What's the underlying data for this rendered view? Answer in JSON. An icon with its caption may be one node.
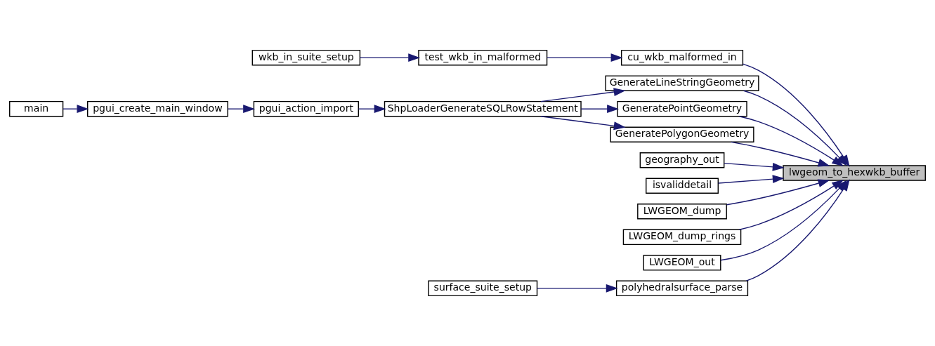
{
  "diagram": {
    "nodes": [
      {
        "text": [
          "lwgeom_to_hexwkb_buffer"
        ]
      },
      {
        "text": [
          "cu_wkb_malformed_in"
        ]
      },
      {
        "text": [
          "test_wkb_in_malformed"
        ]
      },
      {
        "text": [
          "wkb_in_suite_setup"
        ]
      },
      {
        "text": [
          "GenerateLineStringGeometry"
        ]
      },
      {
        "text": [
          "ShpLoaderGenerateSQLRowStatement"
        ]
      },
      {
        "text": [
          "pgui_action_import"
        ]
      },
      {
        "text": [
          "pgui_create_main_window"
        ]
      },
      {
        "text": [
          "main"
        ]
      },
      {
        "text": [
          "GeneratePointGeometry"
        ]
      },
      {
        "text": [
          "GeneratePolygonGeometry"
        ]
      },
      {
        "text": [
          "geography_out"
        ]
      },
      {
        "text": [
          "isvaliddetail"
        ]
      },
      {
        "text": [
          "LWGEOM_dump"
        ]
      },
      {
        "text": [
          "LWGEOM_dump_rings"
        ]
      },
      {
        "text": [
          "LWGEOM_out"
        ]
      },
      {
        "text": [
          "polyhedralsurface_parse"
        ]
      },
      {
        "text": [
          "surface_suite_setup"
        ]
      }
    ],
    "edges": [
      {
        "from": 1,
        "to": 0,
        "arrow": "to"
      },
      {
        "from": 2,
        "to": 1,
        "arrow": "to"
      },
      {
        "from": 3,
        "to": 2,
        "arrow": "to"
      },
      {
        "from": 4,
        "to": 0,
        "arrow": "to"
      },
      {
        "from": 5,
        "to": 4,
        "arrow": "to"
      },
      {
        "from": 6,
        "to": 5,
        "arrow": "to"
      },
      {
        "from": 7,
        "to": 6,
        "arrow": "to"
      },
      {
        "from": 8,
        "to": 7,
        "arrow": "to"
      },
      {
        "from": 9,
        "to": 0,
        "arrow": "to"
      },
      {
        "from": 5,
        "to": 9,
        "arrow": "to"
      },
      {
        "from": 10,
        "to": 0,
        "arrow": "to"
      },
      {
        "from": 5,
        "to": 10,
        "arrow": "to"
      },
      {
        "from": 11,
        "to": 0,
        "arrow": "to"
      },
      {
        "from": 12,
        "to": 0,
        "arrow": "to"
      },
      {
        "from": 13,
        "to": 0,
        "arrow": "to"
      },
      {
        "from": 14,
        "to": 0,
        "arrow": "to"
      },
      {
        "from": 15,
        "to": 0,
        "arrow": "to"
      },
      {
        "from": 16,
        "to": 0,
        "arrow": "to"
      },
      {
        "from": 17,
        "to": 16,
        "arrow": "to"
      }
    ]
  }
}
